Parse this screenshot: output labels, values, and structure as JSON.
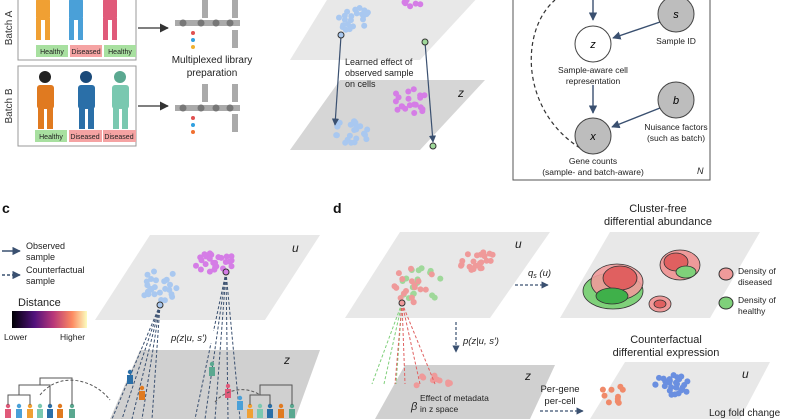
{
  "panel_a": {
    "batch_a": "Batch A",
    "batch_b": "Batch B",
    "labels_a": [
      "Healthy",
      "Diseased",
      "Healthy"
    ],
    "labels_b": [
      "Healthy",
      "Diseased",
      "Diseased"
    ],
    "library_line1": "Multiplexed library",
    "library_line2": "preparation"
  },
  "panel_b": {
    "effect_line1": "Learned effect of",
    "effect_line2": "observed sample",
    "effect_line3": "on cells",
    "z": "z"
  },
  "model": {
    "node_s": "s",
    "node_z": "z",
    "node_b": "b",
    "node_x": "x",
    "sample_id": "Sample ID",
    "repr_line1": "Sample-aware cell",
    "repr_line2": "representation",
    "nuis_line1": "Nuisance factors",
    "nuis_line2": "(such as batch)",
    "gene_line1": "Gene counts",
    "gene_line2": "(sample- and batch-aware)",
    "plate_n": "N"
  },
  "panel_c": {
    "letter": "c",
    "legend_observed_1": "Observed",
    "legend_observed_2": "sample",
    "legend_cf_1": "Counterfactual",
    "legend_cf_2": "sample",
    "distance_title": "Distance",
    "distance_low": "Lower",
    "distance_high": "Higher",
    "u": "u",
    "z": "z",
    "prob": "p(z|u, s′)"
  },
  "panel_d": {
    "letter": "d",
    "u": "u",
    "z": "z",
    "prob": "p(z|u, s′)",
    "qs": "q",
    "qs_sub": "s",
    "qs_arg": " (u)",
    "beta": "β",
    "meta_line1": "Effect of metadata",
    "meta_line2": "in z space",
    "pergene_1": "Per-gene",
    "pergene_2": "per-cell",
    "cf_da_1": "Cluster-free",
    "cf_da_2": "differential abundance",
    "dens_dis_1": "Density of",
    "dens_dis_2": "diseased",
    "dens_h_1": "Density of",
    "dens_h_2": "healthy",
    "cde_1": "Counterfactual",
    "cde_2": "differential expression",
    "u2": "u",
    "lfc": "Log fold change"
  },
  "colors": {
    "healthy_bg": "#a8e0a0",
    "diseased_bg": "#f5a3a3",
    "plane": "#e6e6e6",
    "plane_dark": "#cfcfcf",
    "blue_cells": "#a9c8f0",
    "purple_cells": "#d57de6",
    "red_cells": "#ef9a9a",
    "green_cells": "#9fd89a",
    "arrow": "#3a5070"
  }
}
